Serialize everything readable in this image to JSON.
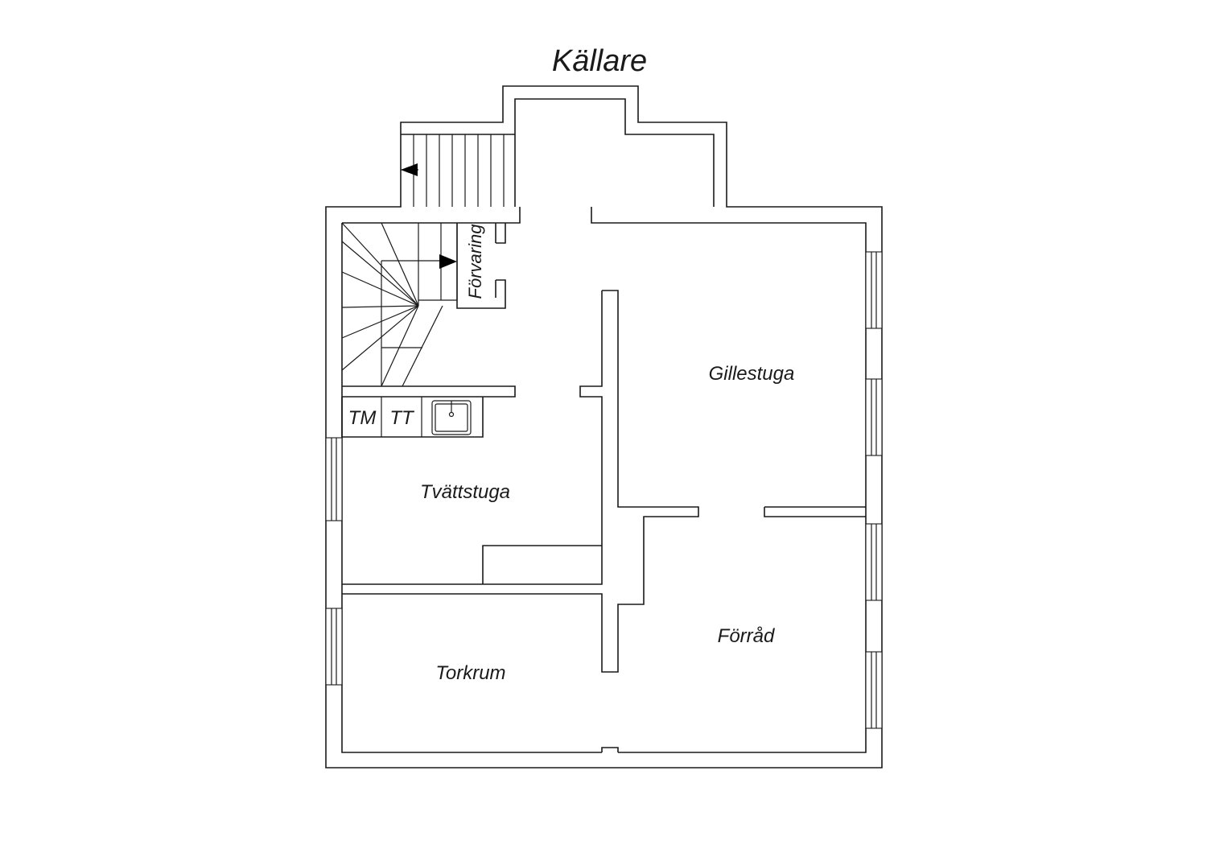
{
  "title": "Källare",
  "rooms": {
    "gillestuga": "Gillestuga",
    "tvattstuga": "Tvättstuga",
    "torkrum": "Torkrum",
    "forrad": "Förråd",
    "forvaring": "Förvaring"
  },
  "appliances": {
    "tm": "TM",
    "tt": "TT"
  },
  "colors": {
    "line": "#1a1a1a",
    "background": "#ffffff"
  }
}
